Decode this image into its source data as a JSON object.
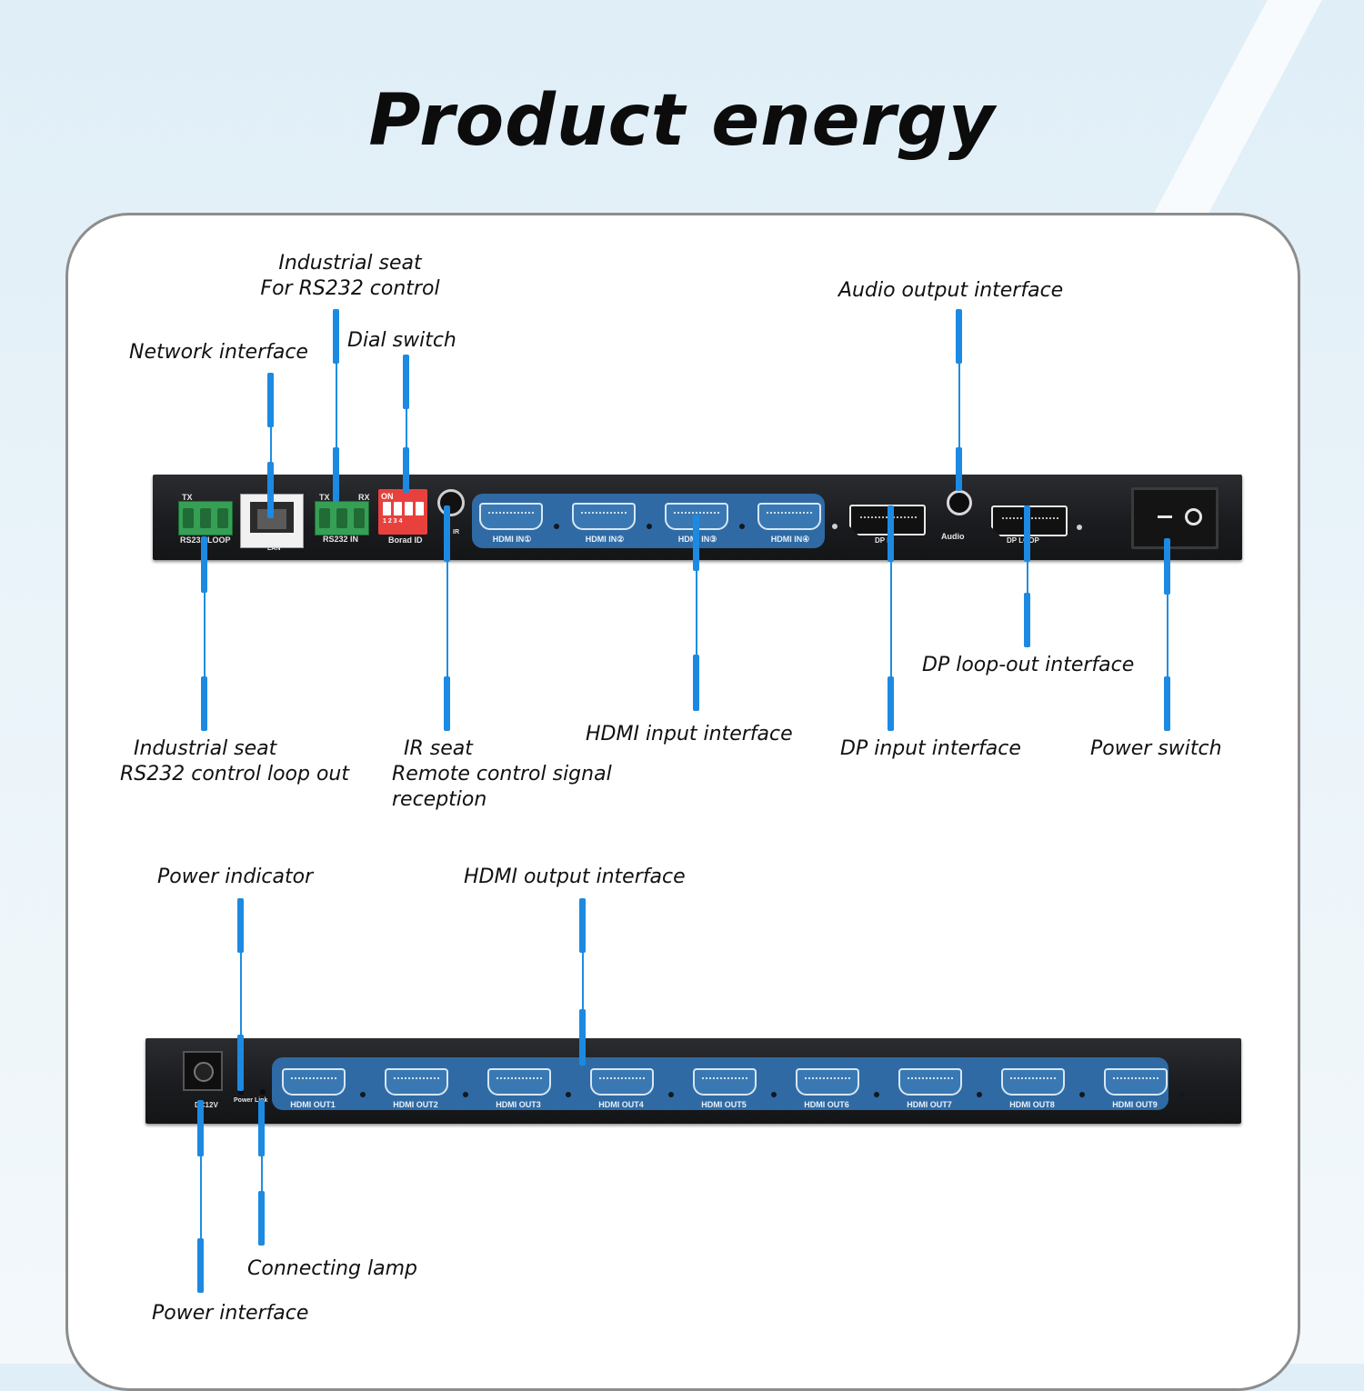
{
  "title": "Product energy",
  "callouts": {
    "industrial_seat_rs232": [
      "Industrial seat",
      "For RS232 control"
    ],
    "network_interface": "Network interface",
    "dial_switch": "Dial switch",
    "audio_output": "Audio output interface",
    "rs232_loop_out": [
      "Industrial seat",
      "RS232 control loop out"
    ],
    "ir_seat": [
      "IR seat",
      "Remote control signal",
      "reception"
    ],
    "hdmi_input": "HDMI input interface",
    "dp_loop_out": "DP loop-out interface",
    "dp_input": "DP input interface",
    "power_switch": "Power switch",
    "power_indicator": "Power indicator",
    "hdmi_output": "HDMI output interface",
    "connecting_lamp": "Connecting lamp",
    "power_interface": "Power interface"
  },
  "front_panel": {
    "rs232_loop_label": "RS232 LOOP",
    "rs232_in_label": "RS232 IN",
    "tx": "TX",
    "rx": "RX",
    "lan_label": "LAN",
    "dip_on": "ON",
    "dip_numbers": "1 2 3 4",
    "board_id": "Borad ID",
    "ir_label": "IR",
    "hdmi_in": [
      "HDMI IN①",
      "HDMI IN②",
      "HDMI IN③",
      "HDMI IN④"
    ],
    "dp_in": "DP IN",
    "audio": "Audio",
    "dp_loop": "DP LOOP"
  },
  "rear_panel": {
    "dc_label": "DC12V",
    "power_link": "Power  Link",
    "hdmi_out": [
      "HDMI OUT1",
      "HDMI OUT2",
      "HDMI OUT3",
      "HDMI OUT4",
      "HDMI OUT5",
      "HDMI OUT6",
      "HDMI OUT7",
      "HDMI OUT8",
      "HDMI OUT9"
    ]
  },
  "colors": {
    "accent": "#1c8ae2",
    "port_band": "#2f6aa4",
    "device": "#1f2023"
  }
}
